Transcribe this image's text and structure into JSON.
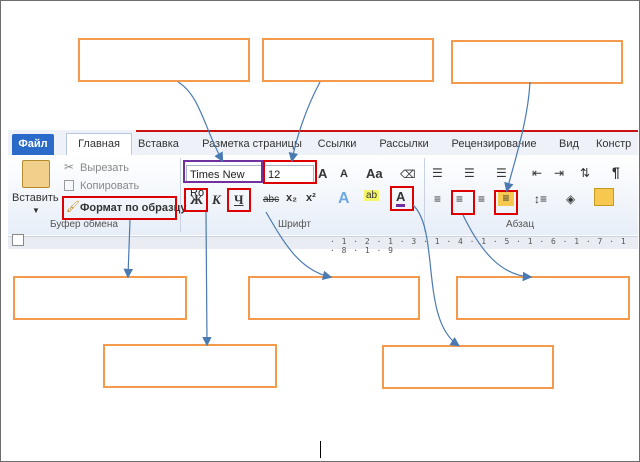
{
  "tabs": [
    "Файл",
    "Главная",
    "Вставка",
    "Разметка страницы",
    "Ссылки",
    "Рассылки",
    "Рецензирование",
    "Вид",
    "Констр"
  ],
  "clipboard": {
    "paste_label": "Вставить",
    "cut_label": "Вырезать",
    "copy_label": "Копировать",
    "format_painter_label": "Формат по образцу",
    "group_label": "Буфер обмена"
  },
  "font": {
    "font_name": "Times New Ro",
    "font_size": "12",
    "bold": "Ж",
    "italic": "К",
    "underline": "Ч",
    "strike": "abc",
    "subscript": "x₂",
    "superscript": "x²",
    "change_case": "Aa",
    "grow": "A",
    "shrink": "A",
    "font_color": "A",
    "group_label": "Шрифт"
  },
  "paragraph": {
    "group_label": "Абзац",
    "pilcrow": "¶"
  },
  "ruler_text": "· 1 · 2 · 1 · 3 · 1 · 4 · 1 · 5 · 1 · 6 · 1 · 7 · 1 · 8 · 1 · 9"
}
